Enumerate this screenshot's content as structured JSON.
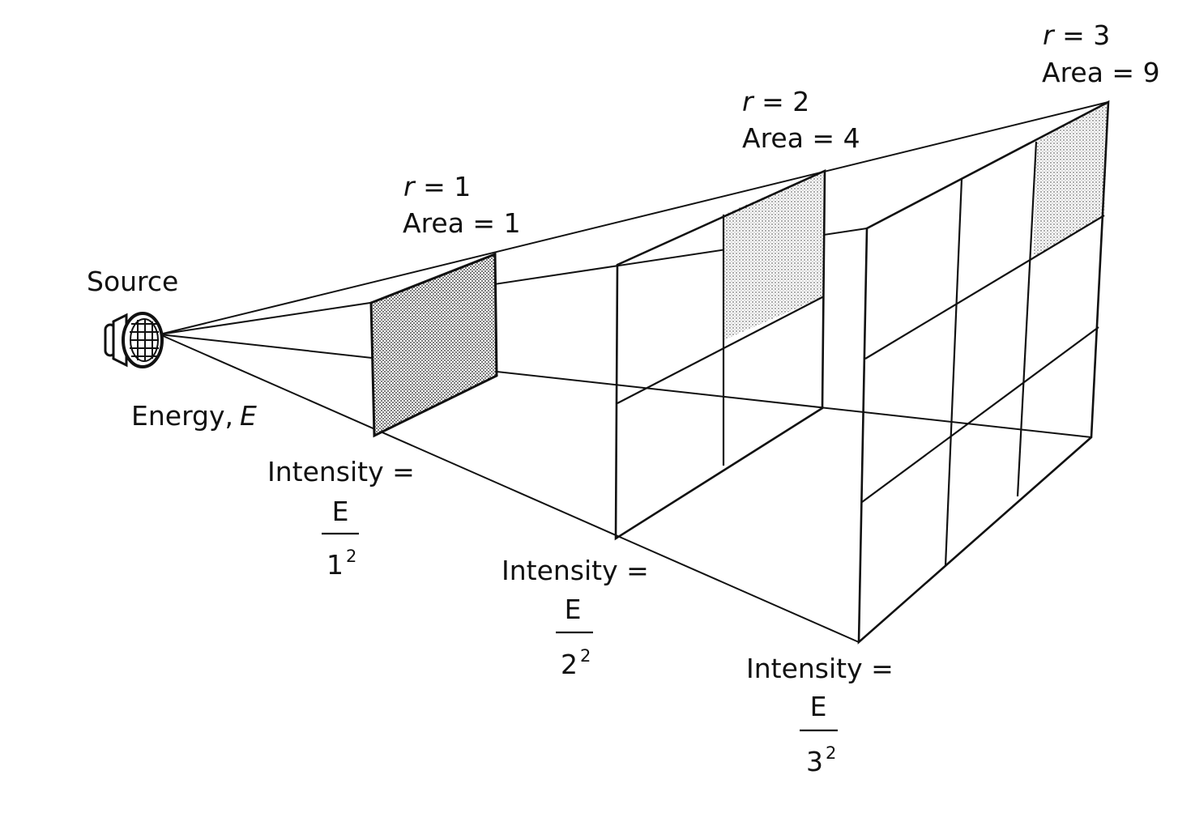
{
  "source": {
    "label": "Source",
    "energy_label": "Energy,",
    "energy_symbol": "E"
  },
  "screens": [
    {
      "r_var": "r",
      "r_text": " = 1",
      "area_text": "Area = 1",
      "intensity_text": "Intensity =",
      "numerator": "E",
      "denominator": "1",
      "exponent": "2"
    },
    {
      "r_var": "r",
      "r_text": " = 2",
      "area_text": "Area = 4",
      "intensity_text": "Intensity =",
      "numerator": "E",
      "denominator": "2",
      "exponent": "2"
    },
    {
      "r_var": "r",
      "r_text": " = 3",
      "area_text": "Area = 9",
      "intensity_text": "Intensity =",
      "numerator": "E",
      "denominator": "3",
      "exponent": "2"
    }
  ],
  "colors": {
    "line": "#111111",
    "shade": "#c8c8c8",
    "background": "#ffffff"
  }
}
